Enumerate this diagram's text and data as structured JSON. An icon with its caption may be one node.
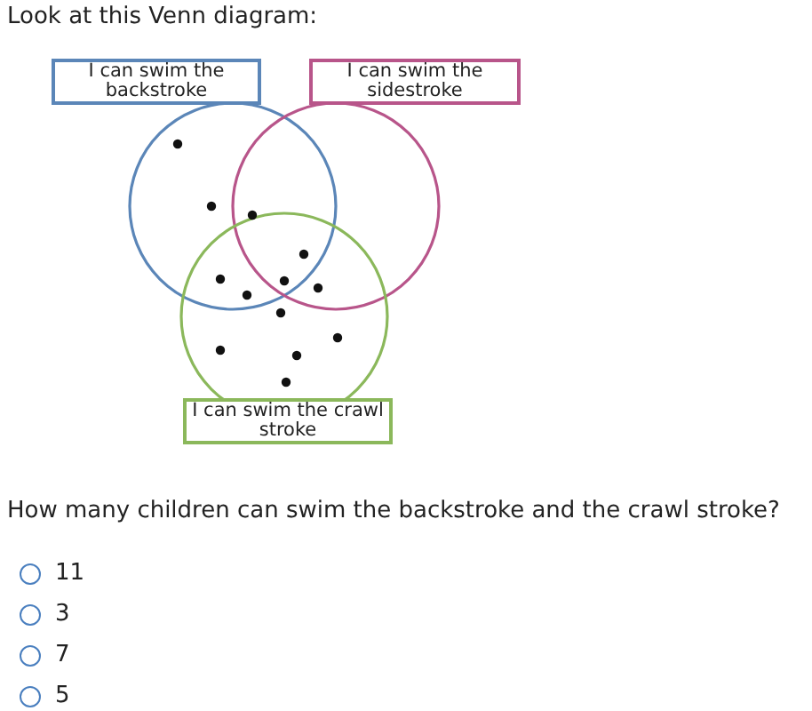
{
  "diagram": {
    "title": "Look at this Venn diagram:",
    "nodes": [
      {
        "text": [
          "I can swim the backstroke"
        ]
      },
      {
        "text": [
          "I can swim the sidestroke"
        ]
      },
      {
        "text": [
          "I can swim the crawl stroke"
        ]
      }
    ],
    "labels": [
      "How many children can swim the backstroke and the crawl stroke?",
      "11",
      "3",
      "7",
      "5"
    ]
  }
}
